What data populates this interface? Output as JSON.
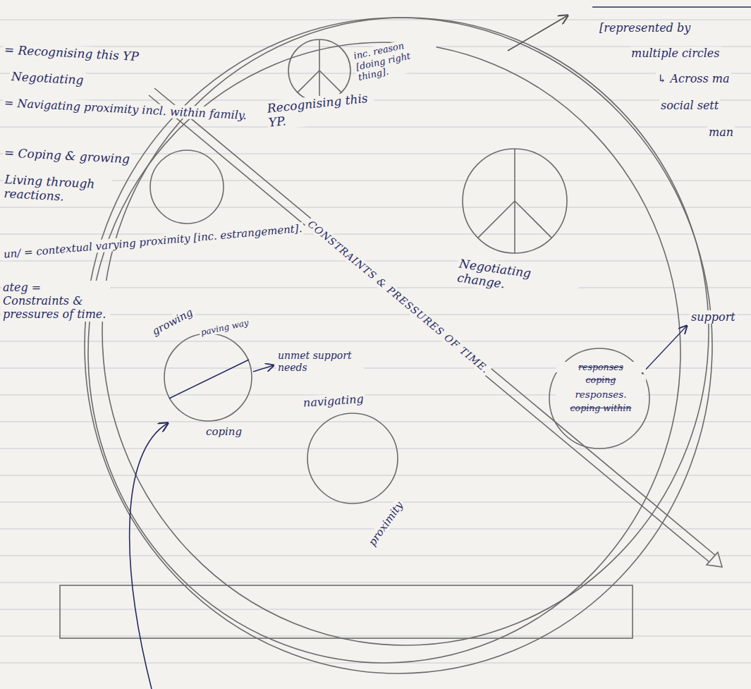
{
  "diagram": {
    "nodes": [
      {
        "text": [
          "Recognising this YP.",
          "inc. reason [doing right thing]."
        ]
      },
      {
        "text": [
          "Negotiating change."
        ]
      },
      {
        "text": [
          "growing",
          "paving way",
          "coping"
        ]
      },
      {
        "text": [
          "navigating",
          "proximity"
        ]
      },
      {
        "text": [
          "responses",
          "coping",
          "responses.",
          "coping within"
        ]
      }
    ],
    "labels": [
      "= Recognising this YP",
      "Negotiating",
      "= Navigating proximity incl. within family.",
      "= Coping & growing",
      "Living through reactions.",
      "un/ = contextual varying proximity [inc. estrangement].",
      "ateg = Constraints & pressures of time.",
      "CONSTRAINTS & PRESSURES OF TIME.",
      "unmet support needs",
      "support",
      "[represented by",
      "multiple circles",
      "↳ Across ma",
      "social sett",
      "man"
    ]
  }
}
